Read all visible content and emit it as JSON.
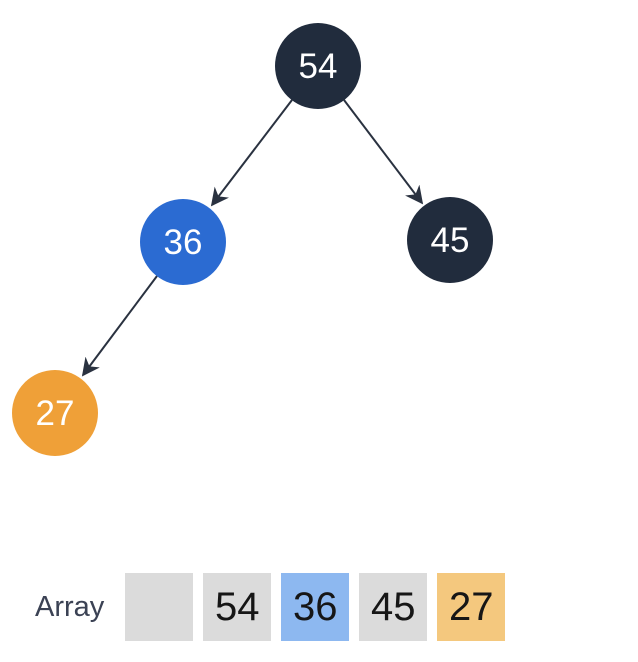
{
  "colors": {
    "background": "#ffffff",
    "node_dark": "#212c3d",
    "node_blue": "#2b6bd2",
    "node_orange": "#efa038",
    "node_text": "#ffffff",
    "edge": "#2a3240",
    "cell_gray": "#dbdbdb",
    "cell_blue": "#8db8f0",
    "cell_orange": "#f4c87e",
    "cell_text": "#161616",
    "array_label_text": "#3b4254"
  },
  "tree": {
    "nodes": [
      {
        "id": "54",
        "label": "54",
        "variant": "dark"
      },
      {
        "id": "36",
        "label": "36",
        "variant": "blue"
      },
      {
        "id": "45",
        "label": "45",
        "variant": "dark"
      },
      {
        "id": "27",
        "label": "27",
        "variant": "orange"
      }
    ],
    "edges": [
      {
        "from": "54",
        "to": "36"
      },
      {
        "from": "54",
        "to": "45"
      },
      {
        "from": "36",
        "to": "27"
      }
    ]
  },
  "array_row": {
    "label": "Array",
    "cells": [
      {
        "value": "",
        "variant": "gray"
      },
      {
        "value": "54",
        "variant": "gray"
      },
      {
        "value": "36",
        "variant": "blue"
      },
      {
        "value": "45",
        "variant": "gray"
      },
      {
        "value": "27",
        "variant": "orange"
      }
    ]
  }
}
